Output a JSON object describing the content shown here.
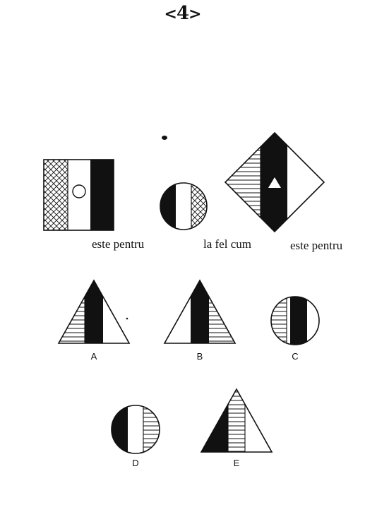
{
  "page_number": "4",
  "page_number_open": "<",
  "page_number_close": ">",
  "analogy": {
    "word1": "este pentru",
    "word2": "la fel cum",
    "word3": "este pentru"
  },
  "options": [
    "A",
    "B",
    "C",
    "D",
    "E"
  ],
  "icons": [
    "crosshatch-pattern",
    "horizontal-stripes-pattern",
    "small-circle",
    "small-triangle"
  ],
  "colors": {
    "ink": "#111111",
    "paper": "#ffffff"
  }
}
